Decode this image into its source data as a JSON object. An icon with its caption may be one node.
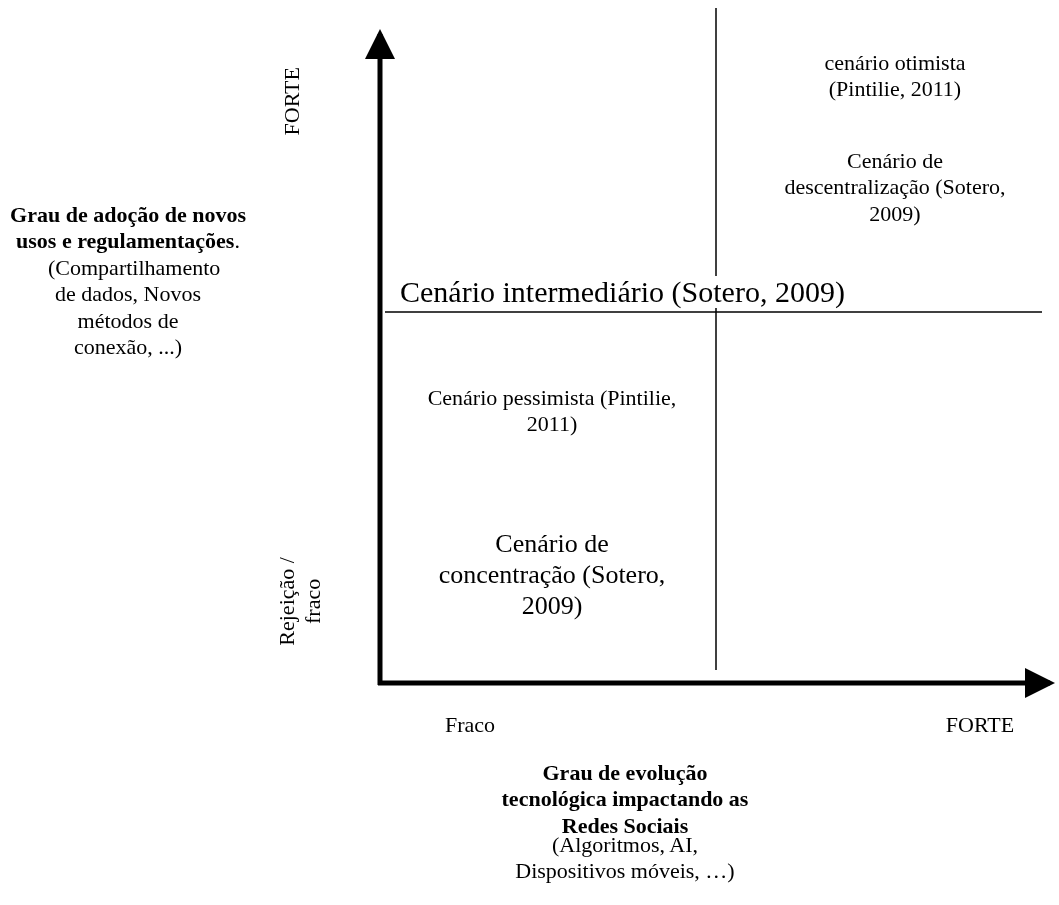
{
  "diagram": {
    "labels": [
      "FORTE",
      "cenário otimista (Pintilie, 2011)",
      "Cenário de descentralização (Sotero, 2009)",
      "**Grau de adoção de novos usos e regulamentações**.",
      "Cenário intermediário (Sotero, 2009)",
      "(Compartilhamento de dados, Novos métodos de conexão, ...)",
      "Cenário pessimista (Pintilie, 2011)",
      "Rejeição / fraco",
      "Cenário de concentração (Sotero, 2009)",
      "Fraco",
      "FORTE",
      "Grau de evolução tecnológica impactando as Redes Sociais",
      "(Algoritmos, AI, Dispositivos móveis, …)"
    ]
  }
}
